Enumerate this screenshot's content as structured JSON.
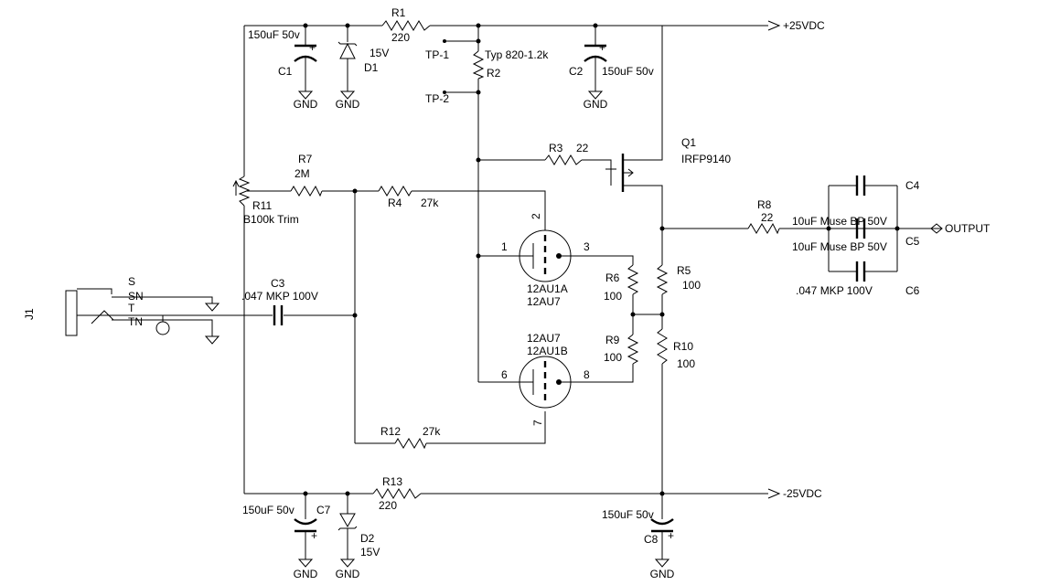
{
  "rails": {
    "positive": "+25VDC",
    "negative": "-25VDC",
    "output": "OUTPUT"
  },
  "gnd_label": "GND",
  "components": {
    "R1": {
      "ref": "R1",
      "value": "220"
    },
    "R2": {
      "ref": "R2",
      "value": "Typ 820-1.2k"
    },
    "R3": {
      "ref": "R3",
      "value": "22"
    },
    "R4": {
      "ref": "R4",
      "value": "27k"
    },
    "R5": {
      "ref": "R5",
      "value": "100"
    },
    "R6": {
      "ref": "R6",
      "value": "100"
    },
    "R7": {
      "ref": "R7",
      "value": "2M"
    },
    "R8": {
      "ref": "R8",
      "value": "22"
    },
    "R9": {
      "ref": "R9",
      "value": "100"
    },
    "R10": {
      "ref": "R10",
      "value": "100"
    },
    "R11": {
      "ref": "R11",
      "value": "B100k Trim"
    },
    "R12": {
      "ref": "R12",
      "value": "27k"
    },
    "R13": {
      "ref": "R13",
      "value": "220"
    },
    "C1": {
      "ref": "C1",
      "value": "150uF 50v"
    },
    "C2": {
      "ref": "C2",
      "value": "150uF 50v"
    },
    "C3": {
      "ref": "C3",
      "value": ".047 MKP 100V"
    },
    "C4": {
      "ref": "C4",
      "value": "10uF Muse BP 50V"
    },
    "C5": {
      "ref": "C5",
      "value": "10uF Muse BP 50V"
    },
    "C6": {
      "ref": "C6",
      "value": ".047 MKP 100V"
    },
    "C7": {
      "ref": "C7",
      "value": "150uF 50v"
    },
    "C8": {
      "ref": "C8",
      "value": "150uF 50v"
    },
    "D1": {
      "ref": "D1",
      "value": "15V"
    },
    "D2": {
      "ref": "D2",
      "value": "15V"
    },
    "Q1": {
      "ref": "Q1",
      "value": "IRFP9140"
    },
    "J1": {
      "ref": "J1"
    }
  },
  "tubes": {
    "A": {
      "name": "12AU1A",
      "type": "12AU7",
      "pins": {
        "anode": "1",
        "grid": "2",
        "cathode": "3"
      }
    },
    "B": {
      "name": "12AU1B",
      "type": "12AU7",
      "pins": {
        "anode": "6",
        "grid": "7",
        "cathode": "8"
      }
    }
  },
  "test_points": {
    "tp1": "TP-1",
    "tp2": "TP-2"
  },
  "jack_pins": {
    "s": "S",
    "sn": "SN",
    "t": "T",
    "tn": "TN"
  },
  "polarity": "+"
}
